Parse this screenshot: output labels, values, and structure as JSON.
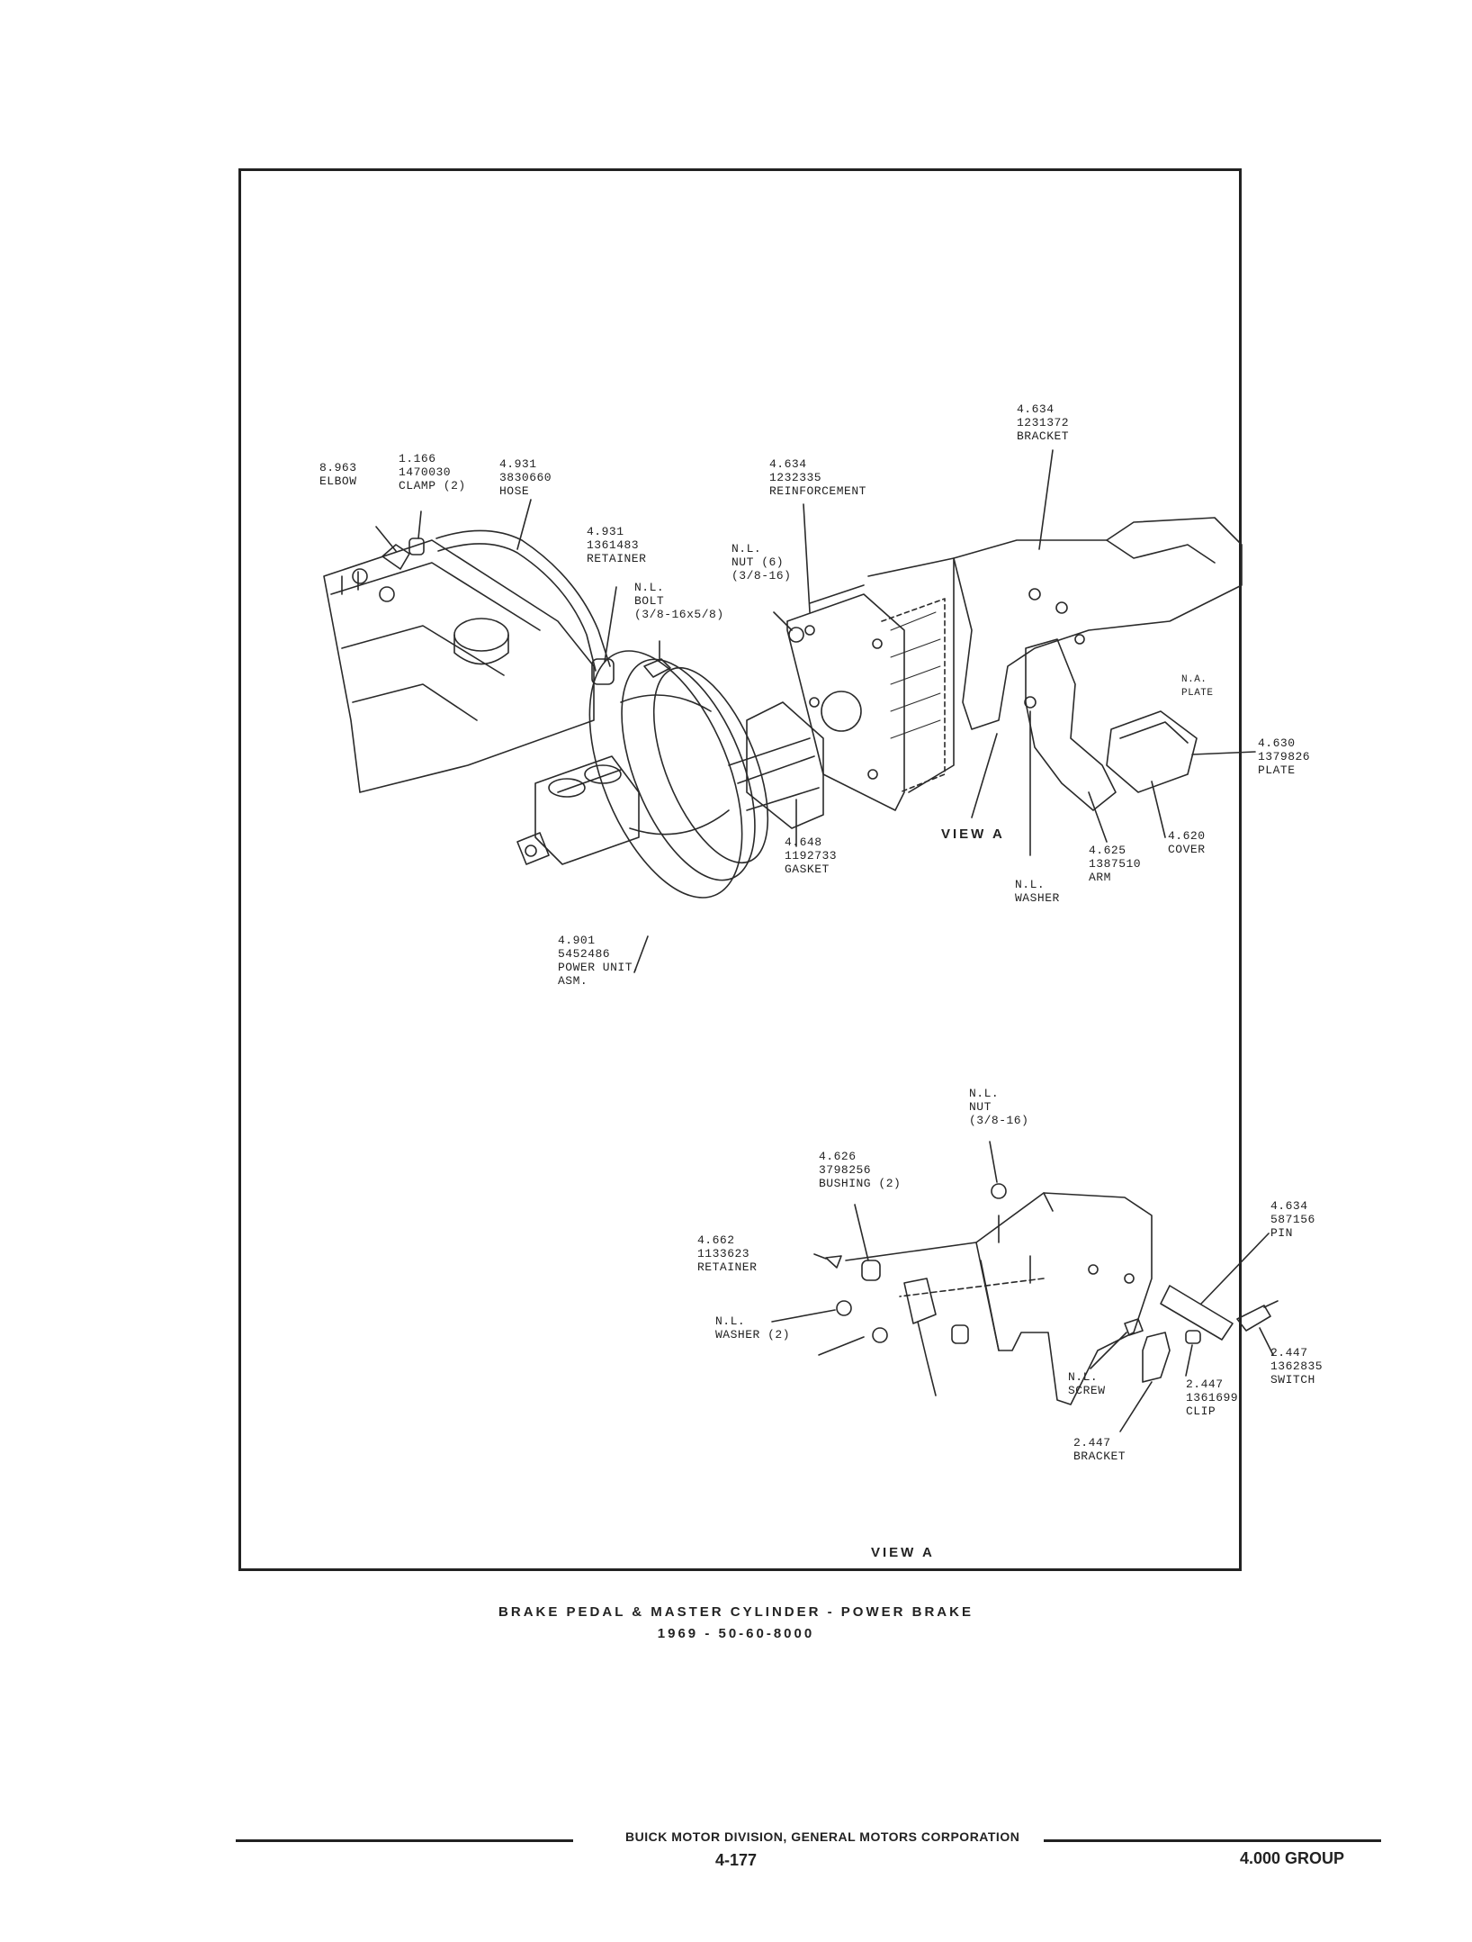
{
  "labels": {
    "elbow": "8.963\nELBOW",
    "clamp": "1.166\n1470030\nCLAMP (2)",
    "hose": "4.931\n3830660\nHOSE",
    "retainer_top": "4.931\n1361483\nRETAINER",
    "bolt": "N.L.\nBOLT\n(3/8-16x5/8)",
    "nut_top": "N.L.\nNUT (6)\n(3/8-16)",
    "reinforcement": "4.634\n1232335\nREINFORCEMENT",
    "bracket_top": "4.634\n1231372\nBRACKET",
    "plate_na": "N.A.\nPLATE",
    "plate": "4.630\n1379826\nPLATE",
    "cover": "4.620\nCOVER",
    "arm": "4.625\n1387510\nARM",
    "washer_top": "N.L.\nWASHER",
    "gasket": "4.648\n1192733\nGASKET",
    "power_unit": "4.901\n5452486\nPOWER UNIT,\nASM.",
    "nut_view": "N.L.\nNUT\n(3/8-16)",
    "bushing": "4.626\n3798256\nBUSHING (2)",
    "pin": "4.634\n587156\nPIN",
    "retainer_view": "4.662\n1133623\nRETAINER",
    "washer_view": "N.L.\nWASHER (2)",
    "screw": "N.L.\nSCREW",
    "clip": "2.447\n1361699\nCLIP",
    "switch": "2.447\n1362835\nSWITCH",
    "bracket_view": "2.447\nBRACKET"
  },
  "view_a_top": "VIEW A",
  "view_a_bottom": "VIEW A",
  "caption": {
    "title": "BRAKE PEDAL & MASTER CYLINDER - POWER BRAKE",
    "subtitle": "1969 - 50-60-8000"
  },
  "footer": {
    "division": "BUICK MOTOR DIVISION, GENERAL MOTORS CORPORATION",
    "page": "4-177",
    "group": "4.000 GROUP"
  }
}
